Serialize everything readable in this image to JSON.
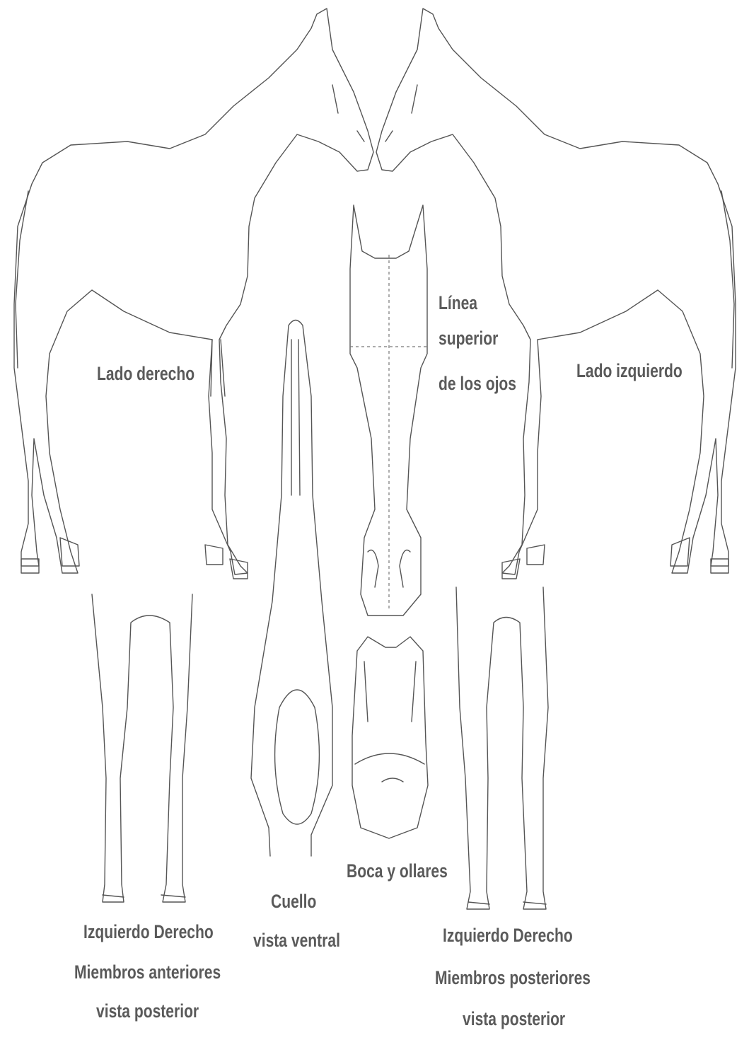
{
  "labels": {
    "right_side": "Lado derecho",
    "left_side": "Lado izquierdo",
    "eye_line_1": "Línea",
    "eye_line_2": "superior",
    "eye_line_3": "de los ojos",
    "neck_1": "Cuello",
    "neck_2": "vista ventral",
    "mouth": "Boca y ollares",
    "front_sides": "Izquierdo  Derecho",
    "front_1": "Miembros anteriores",
    "front_2": "vista posterior",
    "hind_sides": "Izquierdo  Derecho",
    "hind_1": "Miembros posteriores",
    "hind_2": "vista posterior"
  }
}
